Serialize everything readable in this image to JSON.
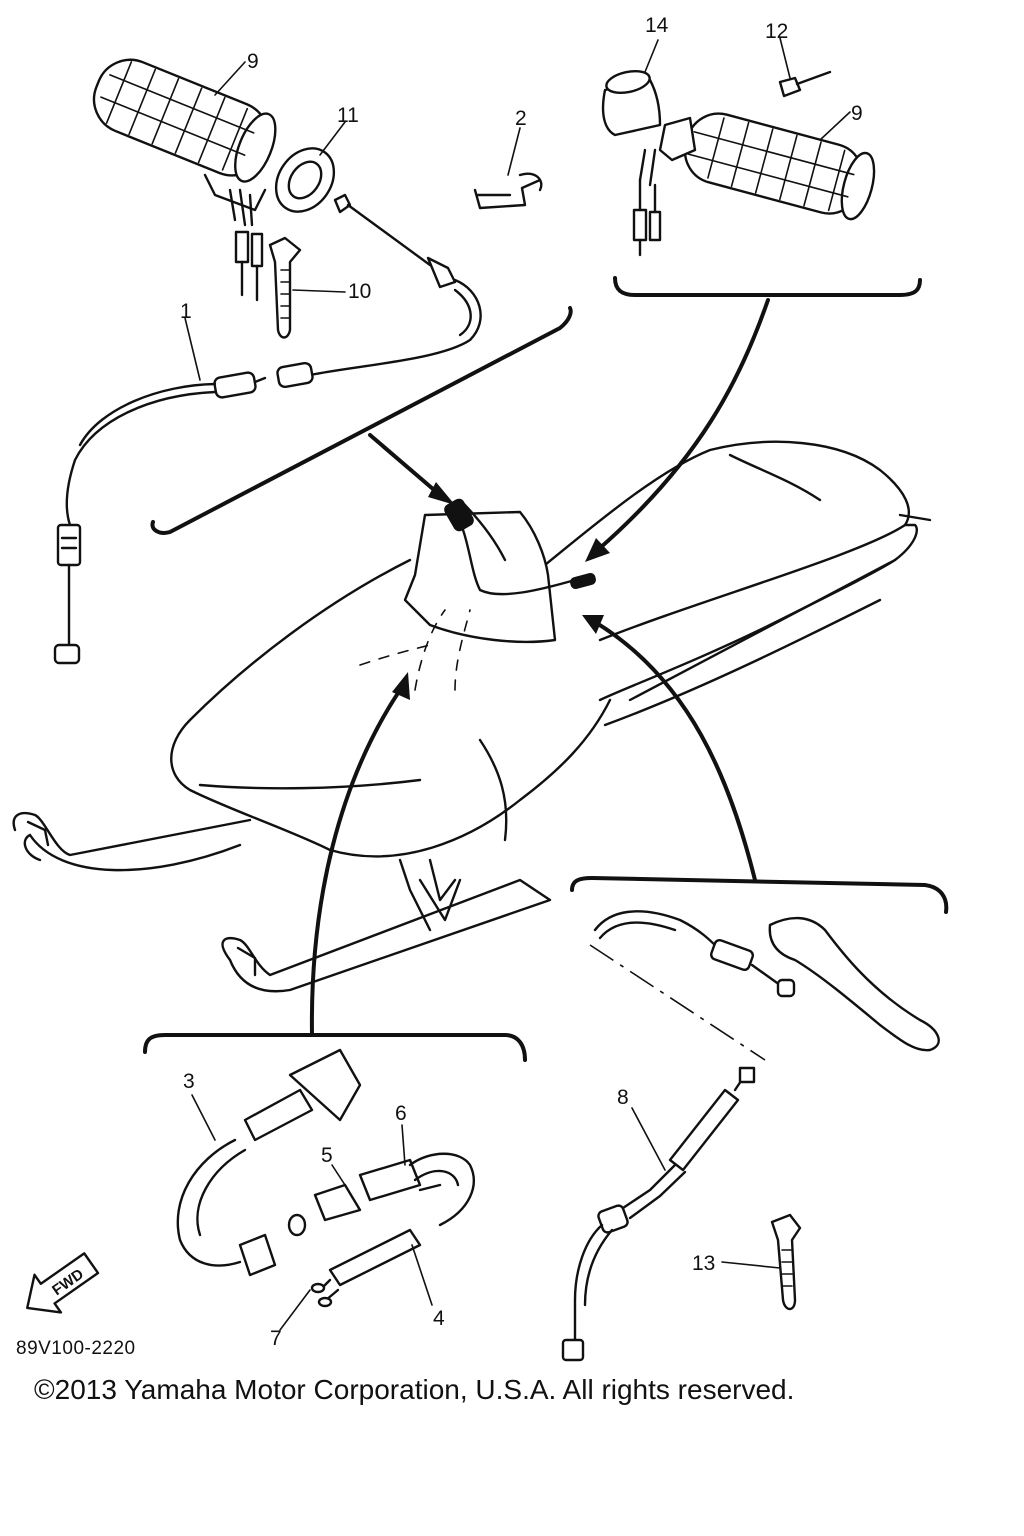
{
  "callouts": {
    "c1": "1",
    "c2": "2",
    "c3": "3",
    "c4": "4",
    "c5": "5",
    "c6": "6",
    "c7": "7",
    "c8": "8",
    "c9a": "9",
    "c9b": "9",
    "c10": "10",
    "c11": "11",
    "c12": "12",
    "c13": "13",
    "c14": "14"
  },
  "fwd_label": "FWD",
  "diagram_code": "89V100-2220",
  "copyright": "©2013 Yamaha Motor Corporation, U.S.A. All rights reserved.",
  "icons": {
    "forward": "forward-arrow-icon"
  }
}
